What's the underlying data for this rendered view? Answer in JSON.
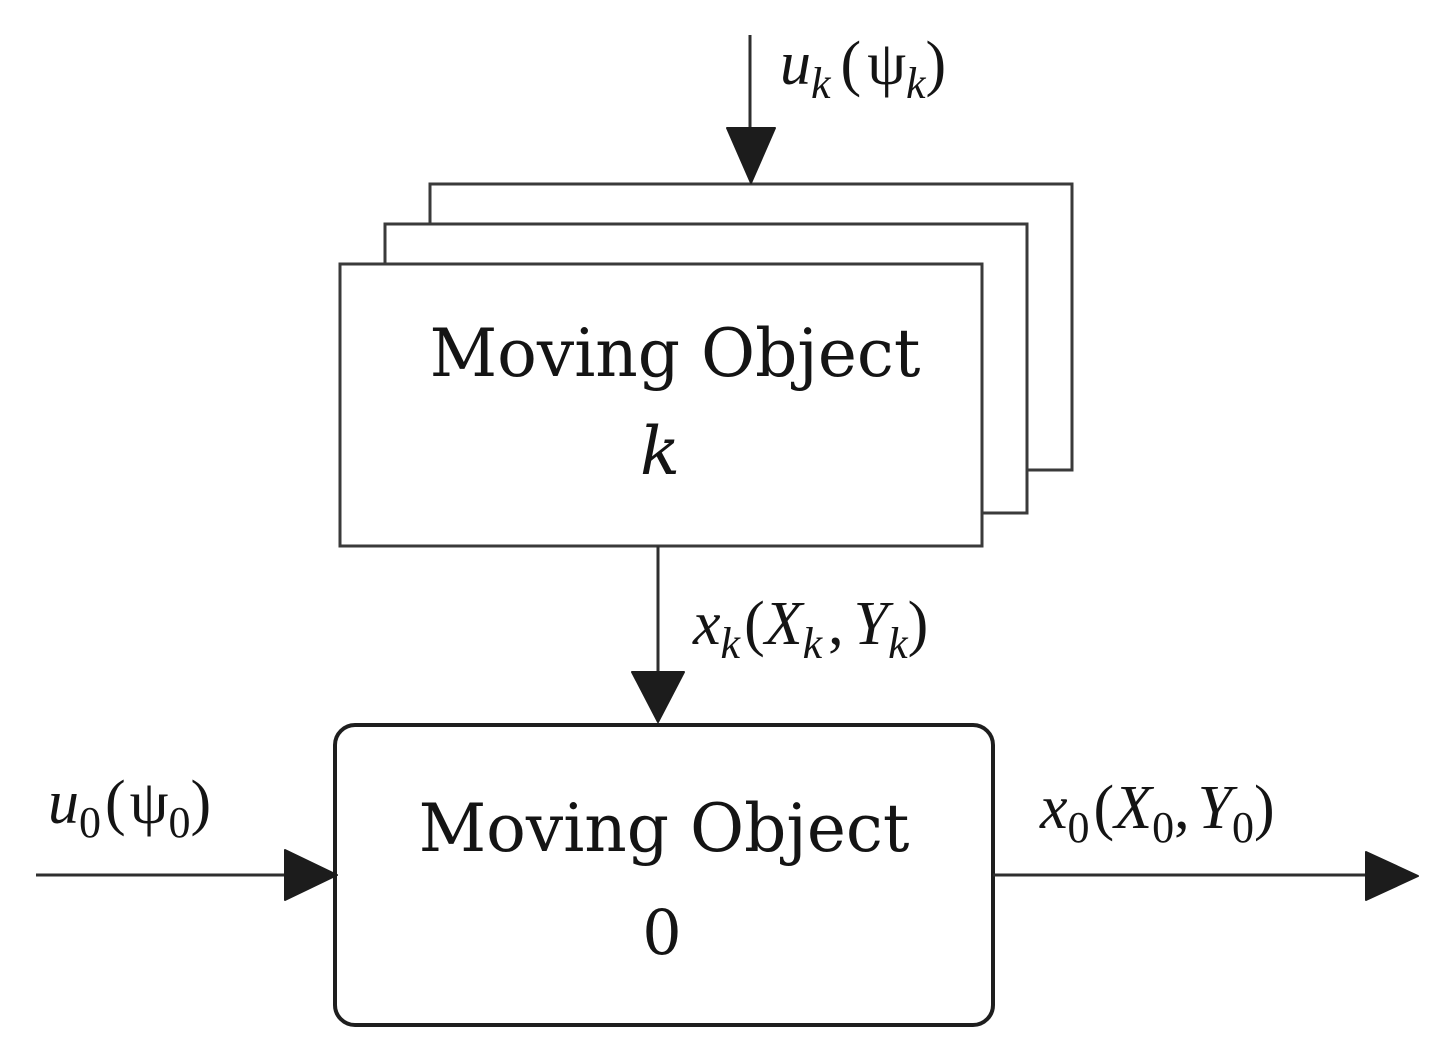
{
  "diagram": {
    "top_input": {
      "var": "u",
      "var_sub": "k",
      "open": "(",
      "arg": "ψ",
      "arg_sub": "k",
      "close": ")"
    },
    "block_k": {
      "title": "Moving Object",
      "index": "k"
    },
    "link_output": {
      "var": "x",
      "var_sub": "k",
      "open": "(",
      "a": "X",
      "a_sub": "k",
      "comma": ",",
      "b": "Y",
      "b_sub": "k",
      "close": ")"
    },
    "left_input": {
      "var": "u",
      "var_sub": "0",
      "open": "(",
      "arg": "ψ",
      "arg_sub": "0",
      "close": ")"
    },
    "block_0": {
      "title": "Moving Object",
      "index": "0"
    },
    "right_output": {
      "var": "x",
      "var_sub": "0",
      "open": "(",
      "a": "X",
      "a_sub": "0",
      "comma": ",",
      "b": "Y",
      "b_sub": "0",
      "close": ")"
    }
  }
}
